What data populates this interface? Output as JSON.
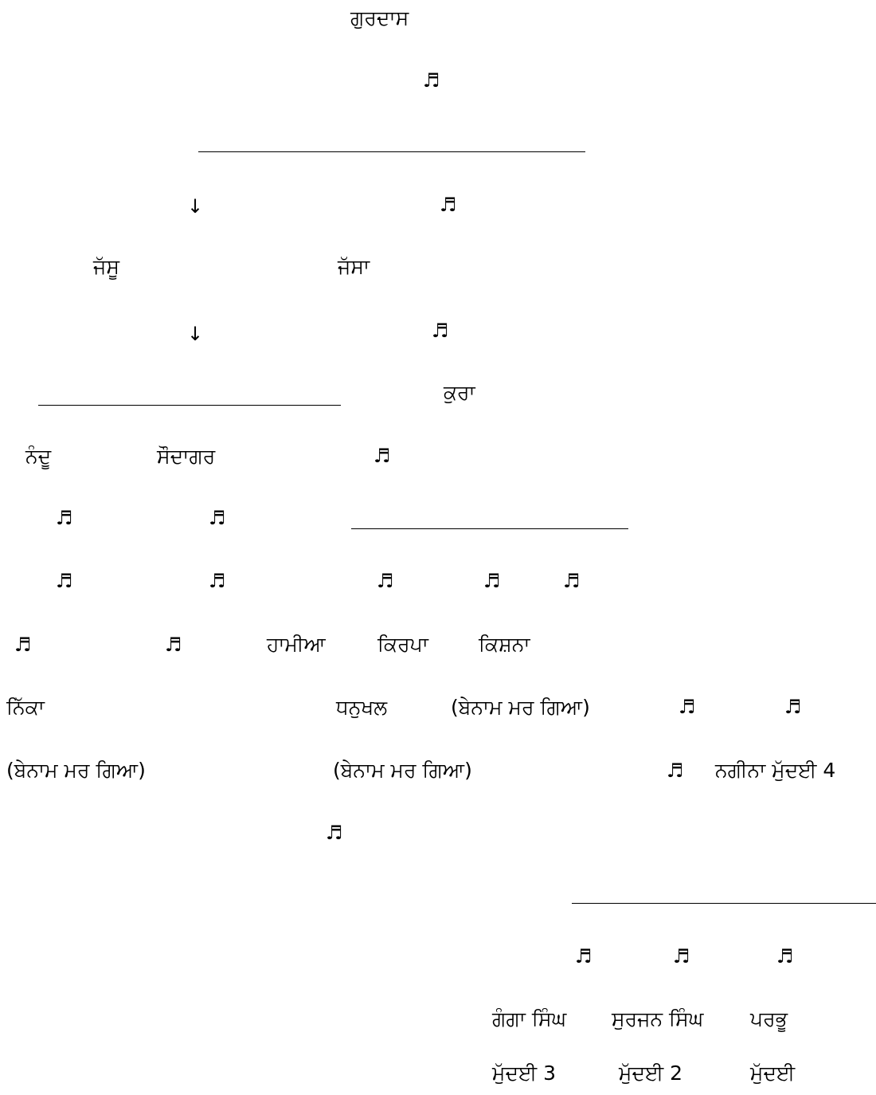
{
  "names": {
    "root": "ਗੁਰਦਾਸ",
    "jassu": "ਜੱਸੂ",
    "jassa": "ਜੱਸਾ",
    "kura": "ਕੁਰਾ",
    "nandu": "ਨੰਦੂ",
    "saudagar": "ਸੌਦਾਗਰ",
    "hamiya": "ਹਾਮੀਆ",
    "kirpa": "ਕਿਰਪਾ",
    "kishna": "ਕਿਸ਼ਨਾ",
    "nikka": "ਨਿੱਕਾ",
    "dhanukhal": "ਧਨੁਖਲ",
    "ganga_singh": "ਗੰਗਾ ਸਿੰਘ",
    "surjan_singh": "ਸੁਰਜਨ ਸਿੰਘ",
    "parbhu": "ਪਰਭੂ"
  },
  "notes": {
    "died_issueless_1": "(ਬੇਨਾਮ ਮਰ ਗਿਆ)",
    "died_issueless_2": "(ਬੇਨਾਮ ਮਰ ਗਿਆ)",
    "died_issueless_3": "(ਬੇਨਾਮ ਮਰ ਗਿਆ)",
    "nagina_plaintiff": "ਨਗੀਨਾ ਮੁੱਦਈ 4",
    "plaintiff_3": "ਮੁੱਦਈ 3",
    "plaintiff_2": "ਮੁੱਦਈ 2",
    "plaintiff_1": "ਮੁੱਦਈ"
  },
  "glyphs": {
    "note": "♬",
    "arrow": "↓"
  }
}
